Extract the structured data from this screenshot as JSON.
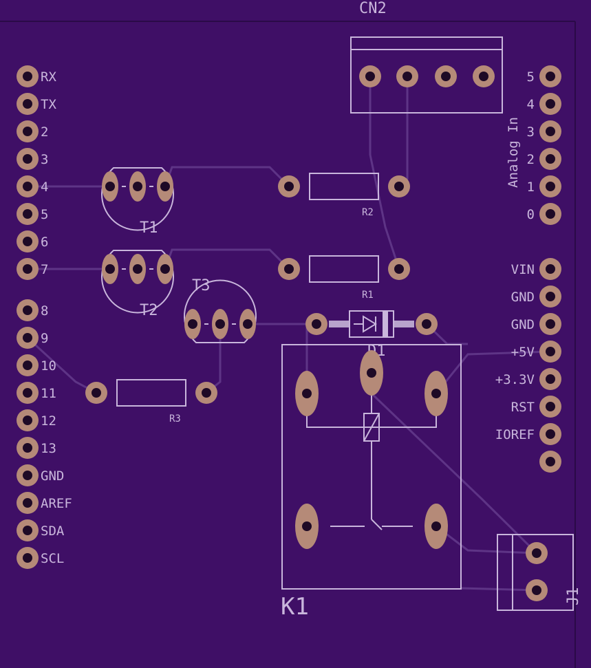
{
  "colors": {
    "board": "#3f0f66",
    "edge": "#2a0a47",
    "silk": "#c9b6dc",
    "trace": "#5e3486",
    "copper": "#b58a78",
    "hole": "#1e0a26"
  },
  "left_header_labels": [
    "RX",
    "TX",
    "2",
    "3",
    "4",
    "5",
    "6",
    "7",
    "8",
    "9",
    "10",
    "11",
    "12",
    "13",
    "GND",
    "AREF",
    "SDA",
    "SCL"
  ],
  "analog_header_labels": [
    "5",
    "4",
    "3",
    "2",
    "1",
    "0"
  ],
  "analog_title": "Analog In",
  "power_header_labels": [
    "VIN",
    "GND",
    "GND",
    "+5V",
    "+3.3V",
    "RST",
    "IOREF",
    ""
  ],
  "components": {
    "cn2": "CN2",
    "t1": "T1",
    "t2": "T2",
    "t3": "T3",
    "r1": "R1",
    "r2": "R2",
    "r3": "R3",
    "d1": "D1",
    "k1": "K1",
    "j1": "J1"
  }
}
